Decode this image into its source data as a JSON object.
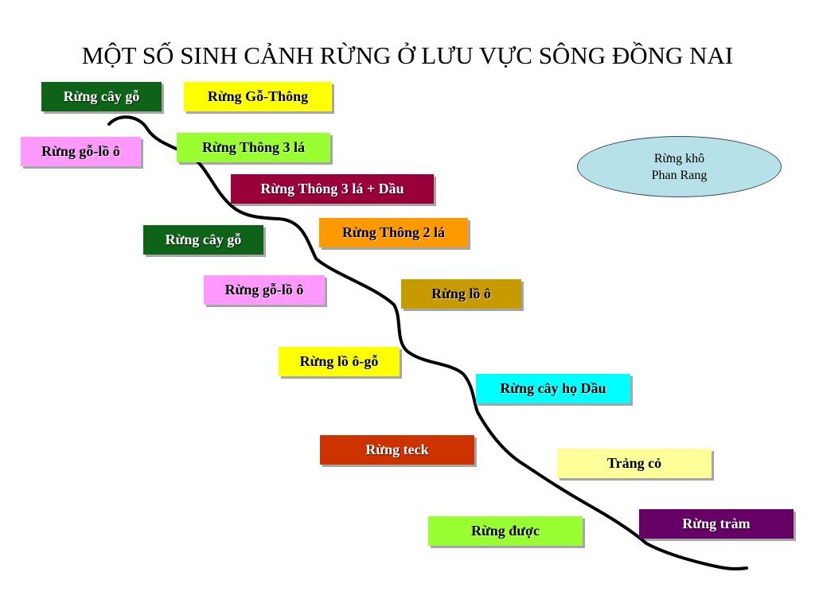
{
  "title": "MỘT SỐ SINH CẢNH RỪNG Ở LƯU VỰC SÔNG ĐỒNG NAI",
  "boxes": {
    "b1": "Rừng cây gỗ",
    "b2": "Rừng Gỗ-Thông",
    "b3": "Rừng gỗ-lồ ô",
    "b4": "Rừng Thông 3 lá",
    "b5": "Rừng Thông 3 lá + Dầu",
    "b6": "Rừng Thông 2 lá",
    "b7": "Rừng cây gỗ",
    "b8": "Rừng gỗ-lồ ô",
    "b9": "Rừng lồ ô",
    "b10": "Rừng lồ ô-gỗ",
    "b11": "Rừng cây họ Dầu",
    "b12": "Rừng teck",
    "b13": "Trảng cỏ",
    "b14": "Rừng được",
    "b15": "Rừng tràm"
  },
  "ellipse": {
    "line1": "Rừng khô",
    "line2": "Phan Rang"
  },
  "colors": {
    "dark_green": "#0f6318",
    "yellow": "#ffff00",
    "pink": "#ff99ff",
    "light_green": "#99ff33",
    "maroon": "#99003a",
    "orange": "#ff9900",
    "mustard": "#c79a00",
    "cyan": "#00ffff",
    "red_brown": "#cc3300",
    "pale_yellow": "#ffff99",
    "purple": "#660066",
    "ellipse_fill": "#b7e1e8"
  }
}
